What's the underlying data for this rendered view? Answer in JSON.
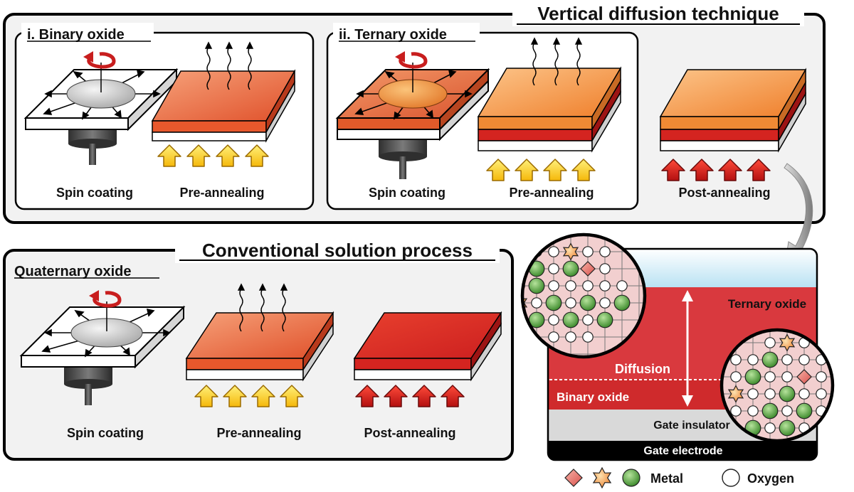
{
  "vertical": {
    "title": "Vertical diffusion technique",
    "binary": {
      "title": "i. Binary oxide",
      "spin_label": "Spin coating",
      "pre_label": "Pre-annealing"
    },
    "ternary": {
      "title": "ii. Ternary oxide",
      "spin_label": "Spin coating",
      "pre_label": "Pre-annealing",
      "post_label": "Post-annealing"
    }
  },
  "conventional": {
    "title": "Conventional solution process",
    "subtitle": "Quaternary oxide",
    "spin_label": "Spin coating",
    "pre_label": "Pre-annealing",
    "post_label": "Post-annealing"
  },
  "device": {
    "ternary_label": "Ternary oxide",
    "diffusion_label": "Diffusion",
    "binary_label": "Binary oxide",
    "insulator_label": "Gate insulator",
    "electrode_label": "Gate electrode"
  },
  "legend": {
    "metal_label": "Metal",
    "oxygen_label": "Oxygen"
  },
  "colors": {
    "white_film": "#ffffff",
    "orange_film": "#e86a2e",
    "light_orange_film": "#f28a3a",
    "red_film": "#d42420",
    "deep_red_film": "#c42020",
    "yellow_arrow": "#ffd21e",
    "red_arrow": "#d81e1e",
    "spin_arrow": "#c81e1e",
    "ternary_layer": "#d9393e",
    "insulator": "#d9d9d9",
    "electrode": "#000000",
    "metal_green": "#4e9a3a",
    "diamond_pink": "#e0605e",
    "star_orange": "#f4a15a"
  },
  "icons": [
    "spin-coater-icon",
    "heat-wave-icon",
    "anneal-arrow-icon",
    "metal-atom-icon",
    "oxygen-atom-icon",
    "curved-arrow-icon"
  ]
}
